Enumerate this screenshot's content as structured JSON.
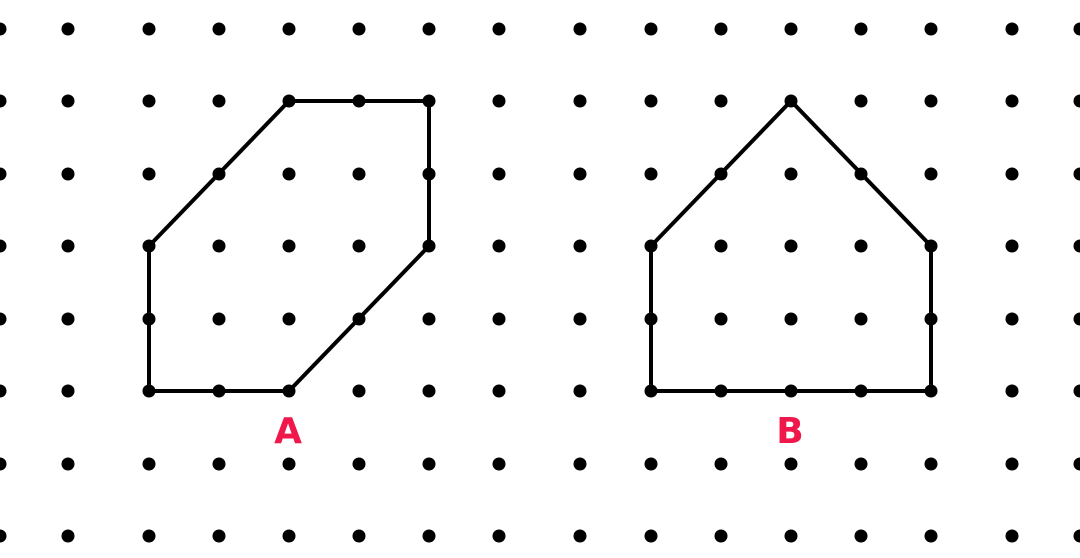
{
  "colors": {
    "background": "#ffffff",
    "dot": "#000000",
    "outline": "#000000",
    "label": "#f0174b"
  },
  "grid": {
    "columns": 16,
    "rows": 8
  },
  "shapes": [
    {
      "label": "A",
      "vertices": [
        [
          4,
          1
        ],
        [
          6,
          1
        ],
        [
          6,
          3
        ],
        [
          4,
          5
        ],
        [
          2,
          5
        ],
        [
          2,
          3
        ]
      ]
    },
    {
      "label": "B",
      "vertices": [
        [
          11,
          1
        ],
        [
          13,
          3
        ],
        [
          13,
          5
        ],
        [
          9,
          5
        ],
        [
          9,
          3
        ]
      ]
    }
  ]
}
